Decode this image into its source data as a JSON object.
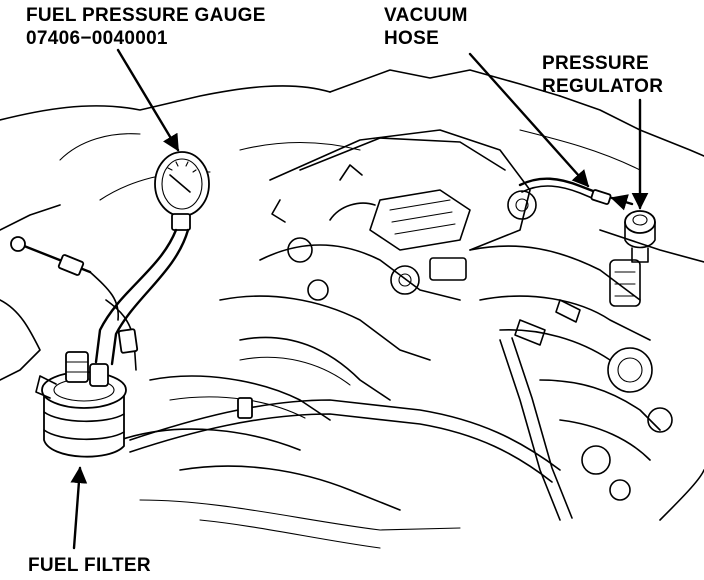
{
  "labels": {
    "gauge_line1": "FUEL PRESSURE GAUGE",
    "gauge_line2": "07406−0040001",
    "vacuum_line1": "VACUUM",
    "vacuum_line2": "HOSE",
    "regulator_line1": "PRESSURE",
    "regulator_line2": "REGULATOR",
    "filter": "FUEL FILTER"
  },
  "colors": {
    "ink": "#000000",
    "paper": "#ffffff"
  }
}
